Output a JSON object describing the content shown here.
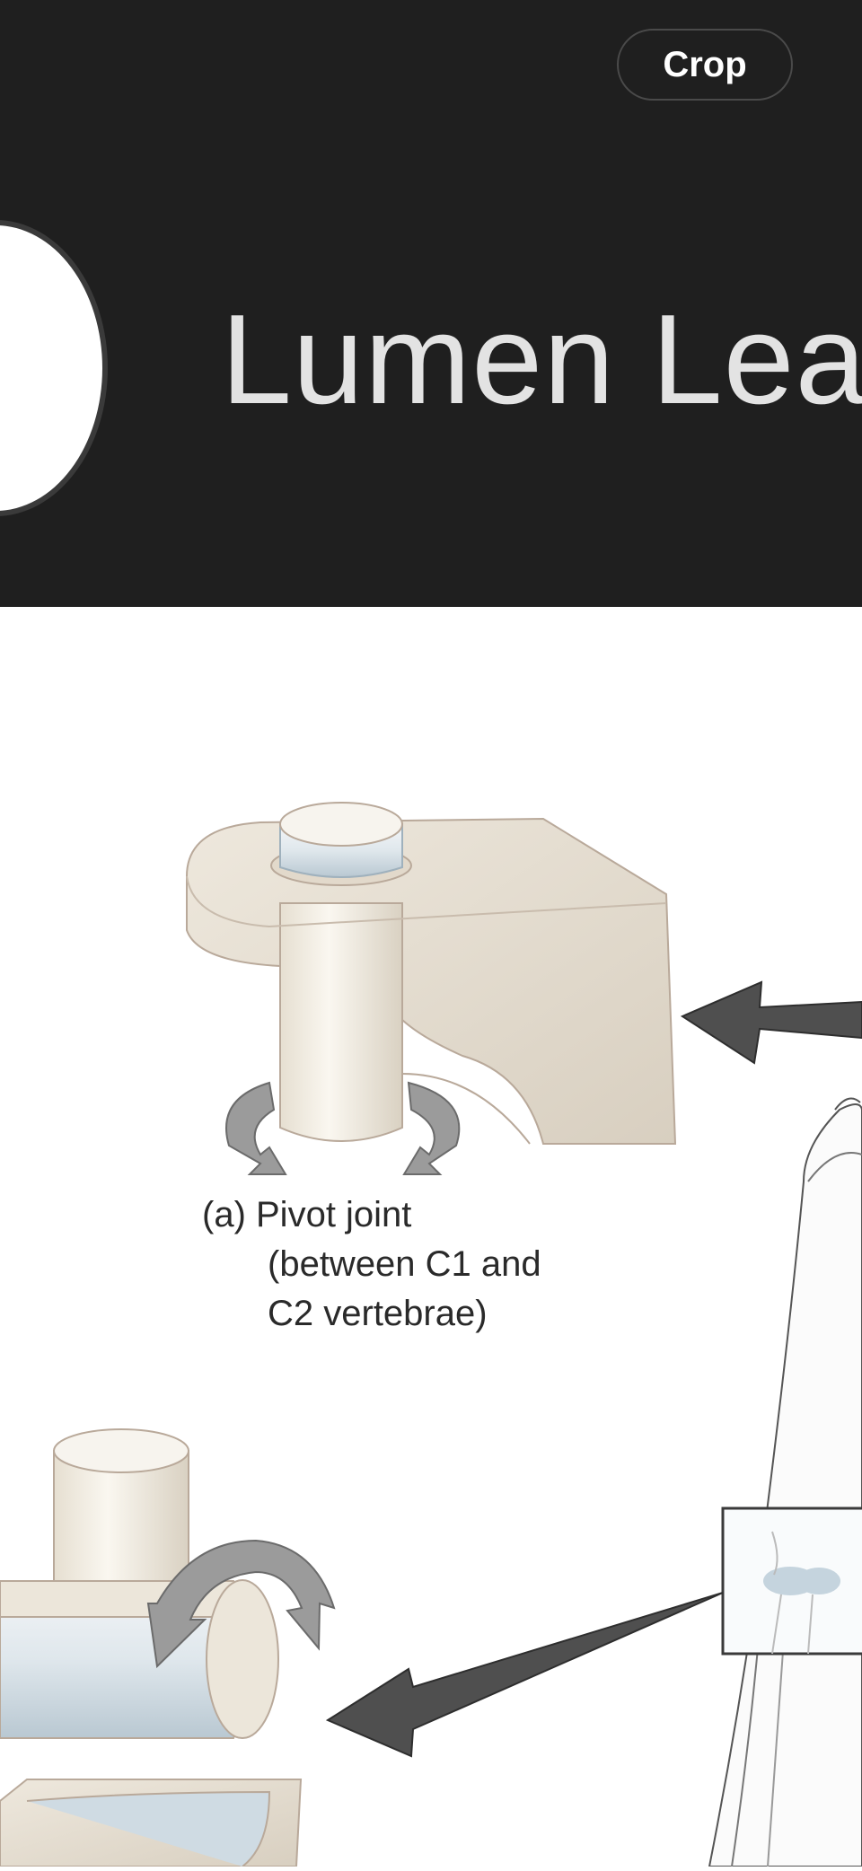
{
  "header": {
    "crop_label": "Crop",
    "brand_text": "Lumen Lea"
  },
  "figure": {
    "caption_a_line1": "(a) Pivot joint",
    "caption_a_line2": "(between C1 and",
    "caption_a_line3": "C2 vertebrae)"
  },
  "colors": {
    "header_bg": "#1f1f1f",
    "arrow": "#4f4f4f",
    "bone": "#ece7dc",
    "cartilage": "#c9d6df"
  }
}
